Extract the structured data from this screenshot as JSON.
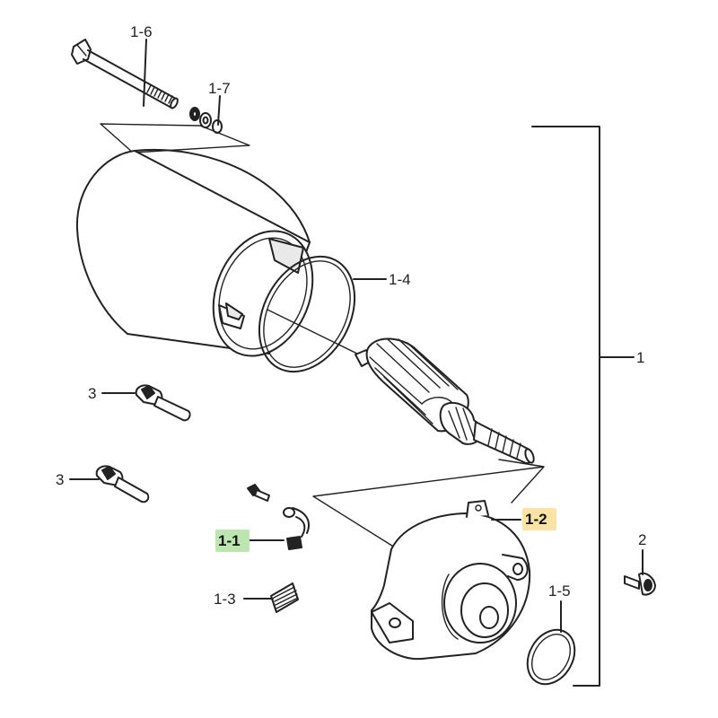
{
  "diagram": {
    "labels": {
      "p1_6": "1-6",
      "p1_7": "1-7",
      "p1_4": "1-4",
      "p1": "1",
      "p3a": "3",
      "p3b": "3",
      "p1_1": "1-1",
      "p1_2": "1-2",
      "p2": "2",
      "p1_3": "1-3",
      "p1_5": "1-5"
    },
    "colors": {
      "highlight_green": "#bde5b0",
      "highlight_yellow": "#fbe3a3",
      "line": "#222222"
    }
  }
}
